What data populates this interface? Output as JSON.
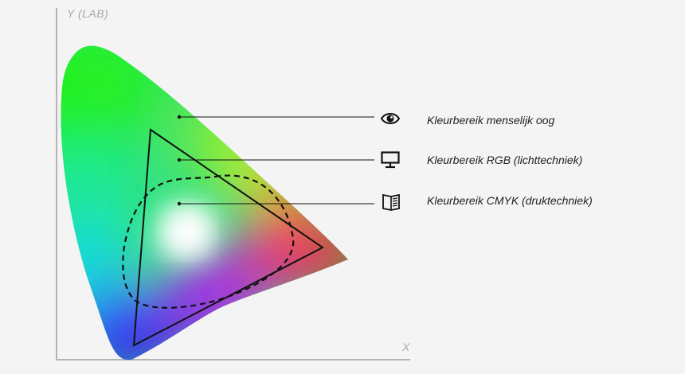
{
  "axes": {
    "y_label": "Y (LAB)",
    "x_label": "X"
  },
  "legend": [
    {
      "label": "Kleurbereik menselijk oog",
      "icon": "eye-icon"
    },
    {
      "label": "Kleurbereik RGB (lichttechniek)",
      "icon": "monitor-icon"
    },
    {
      "label": "Kleurbereik CMYK (druktechniek)",
      "icon": "print-icon"
    }
  ],
  "colors": {
    "background": "#f4f4f4",
    "axis": "#a8a8a8",
    "outline": "#111111"
  }
}
